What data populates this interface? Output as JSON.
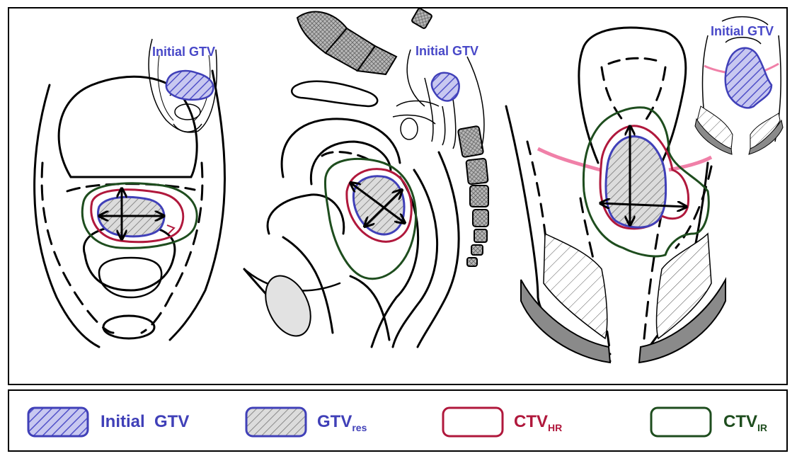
{
  "panels": {
    "axial": {
      "inset_label": "Initial GTV"
    },
    "sagittal": {
      "inset_label": "Initial GTV"
    },
    "coronal": {
      "inset_label": "Initial GTV"
    }
  },
  "legend": {
    "initial_gtv": {
      "label": "Initial  GTV"
    },
    "gtv_res": {
      "label_main": "GTV",
      "label_sub": "res"
    },
    "ctv_hr": {
      "label_main": "CTV",
      "label_sub": "HR"
    },
    "ctv_ir": {
      "label_main": "CTV",
      "label_sub": "IR"
    }
  },
  "colors": {
    "initial_gtv": "#4040b8",
    "gtv_res_outline": "#4040b8",
    "ctv_hr": "#b0183c",
    "ctv_ir": "#1e4d1e",
    "anatomy": "#000000",
    "pink_line": "#f080a8"
  }
}
